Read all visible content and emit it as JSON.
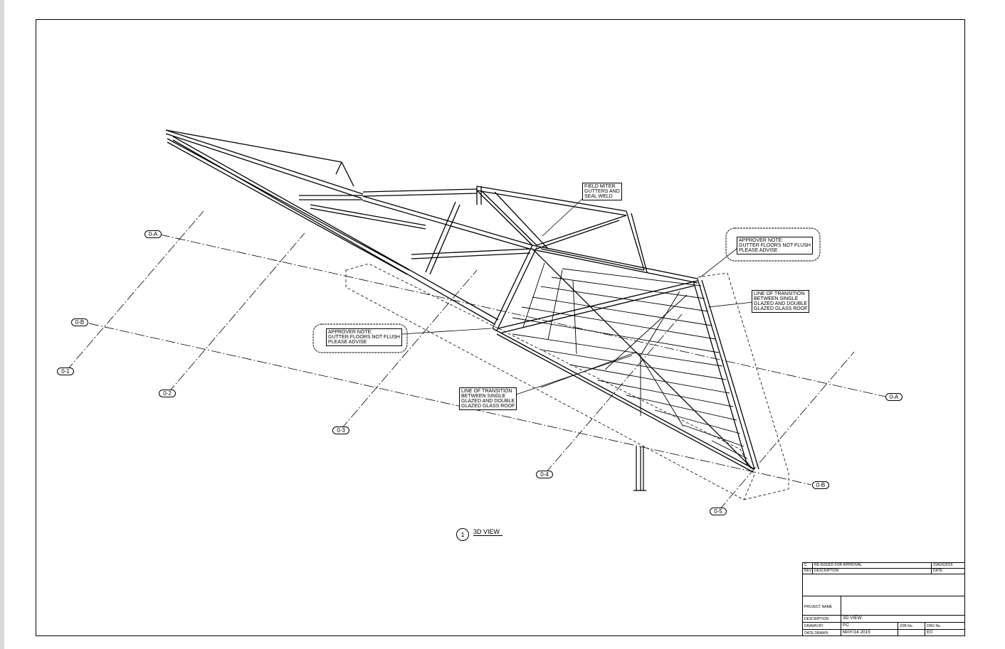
{
  "notes": {
    "field_miter": "FIELD MITER\nGUTTERS AND\nSEAL WELD",
    "approver_top": "APPROVER NOTE:\nGUTTER FLOORS NOT FLUSH\nPLEASE ADVISE",
    "approver_left": "APPROVER NOTE:\nGUTTER FLOORS NOT FLUSH\nPLEASE ADVISE",
    "transition_right": "LINE OF TRANSITION\nBETWEEN SINGLE\nGLAZED AND DOUBLE\nGLAZED GLASS ROOF",
    "transition_left": "LINE OF TRANSITION\nBETWEEN SINGLE\nGLAZED AND DOUBLE\nGLAZED GLASS ROOF"
  },
  "grid_labels": {
    "a_left": "0-A",
    "b_left": "0-B",
    "g1": "0-1",
    "g2": "0-2",
    "g3": "0-3",
    "g4": "0-4",
    "g5": "0-5",
    "a_right": "0-A",
    "b_right": "0-B"
  },
  "view": {
    "number": "1",
    "title": "3D VIEW"
  },
  "title_block": {
    "rev_code": "C",
    "rev_description": "RE-ISSUED FOR APPROVAL",
    "rev_date": "31AUG2015",
    "rev_header": "REV",
    "description_header": "DESCRIPTION",
    "date_header": "DATE",
    "project_name_label": "PROJECT NAME",
    "description_label": "DESCRIPTION",
    "description_value": "3D VIEW",
    "drawn_by_label": "DRAWN BY",
    "drawn_by_value": "PC",
    "job_no_label": "JOB No.",
    "drg_no_label": "DRG No.",
    "date_drawn_label": "DATE DRAWN",
    "date_drawn_value": "MAY/14 2015",
    "drg_no_value": "E0"
  }
}
